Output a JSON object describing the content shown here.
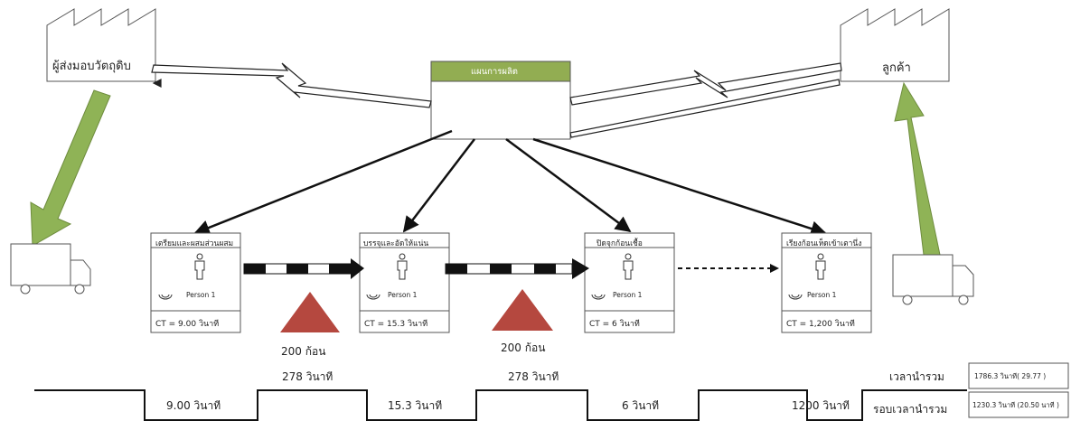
{
  "supplier": {
    "label": "ผู้ส่งมอบวัตถุดิบ"
  },
  "customer": {
    "label": "ลูกค้า"
  },
  "production_control": {
    "label": "แผนการผลิต",
    "header_color": "#92ad52"
  },
  "colors": {
    "push_arrow": "#8fb356",
    "inventory": "#b5483f",
    "line": "#111111"
  },
  "processes": [
    {
      "title": "เตรียมและผสมส่วนผสม",
      "operator": "Person 1",
      "ct": "CT = 9.00 วินาที"
    },
    {
      "title": "บรรจุและอัดให้แน่น",
      "operator": "Person 1",
      "ct": "CT = 15.3 วินาที"
    },
    {
      "title": "ปิดจุกก้อนเชื้อ",
      "operator": "Person 1",
      "ct": "CT = 6 วินาที"
    },
    {
      "title": "เรียงก้อนเห็ดเข้าเตานึ่ง",
      "operator": "Person 1",
      "ct": "CT = 1,200 วินาที"
    }
  ],
  "inventories": [
    {
      "qty": "200 ก้อน",
      "time": "278 วินาที"
    },
    {
      "qty": "200 ก้อน",
      "time": "278 วินาที"
    }
  ],
  "timeline": {
    "values": [
      "9.00 วินาที",
      "15.3 วินาที",
      "6 วินาที",
      "1200 วินาที"
    ],
    "lead_time_label": "เวลานำรวม",
    "lead_time_value": "1786.3 วินาที( 29.77 )",
    "cycle_total_label": "รอบเวลานำรวม",
    "cycle_total_value": "1230.3 วินาที (20.50 นาที )"
  }
}
